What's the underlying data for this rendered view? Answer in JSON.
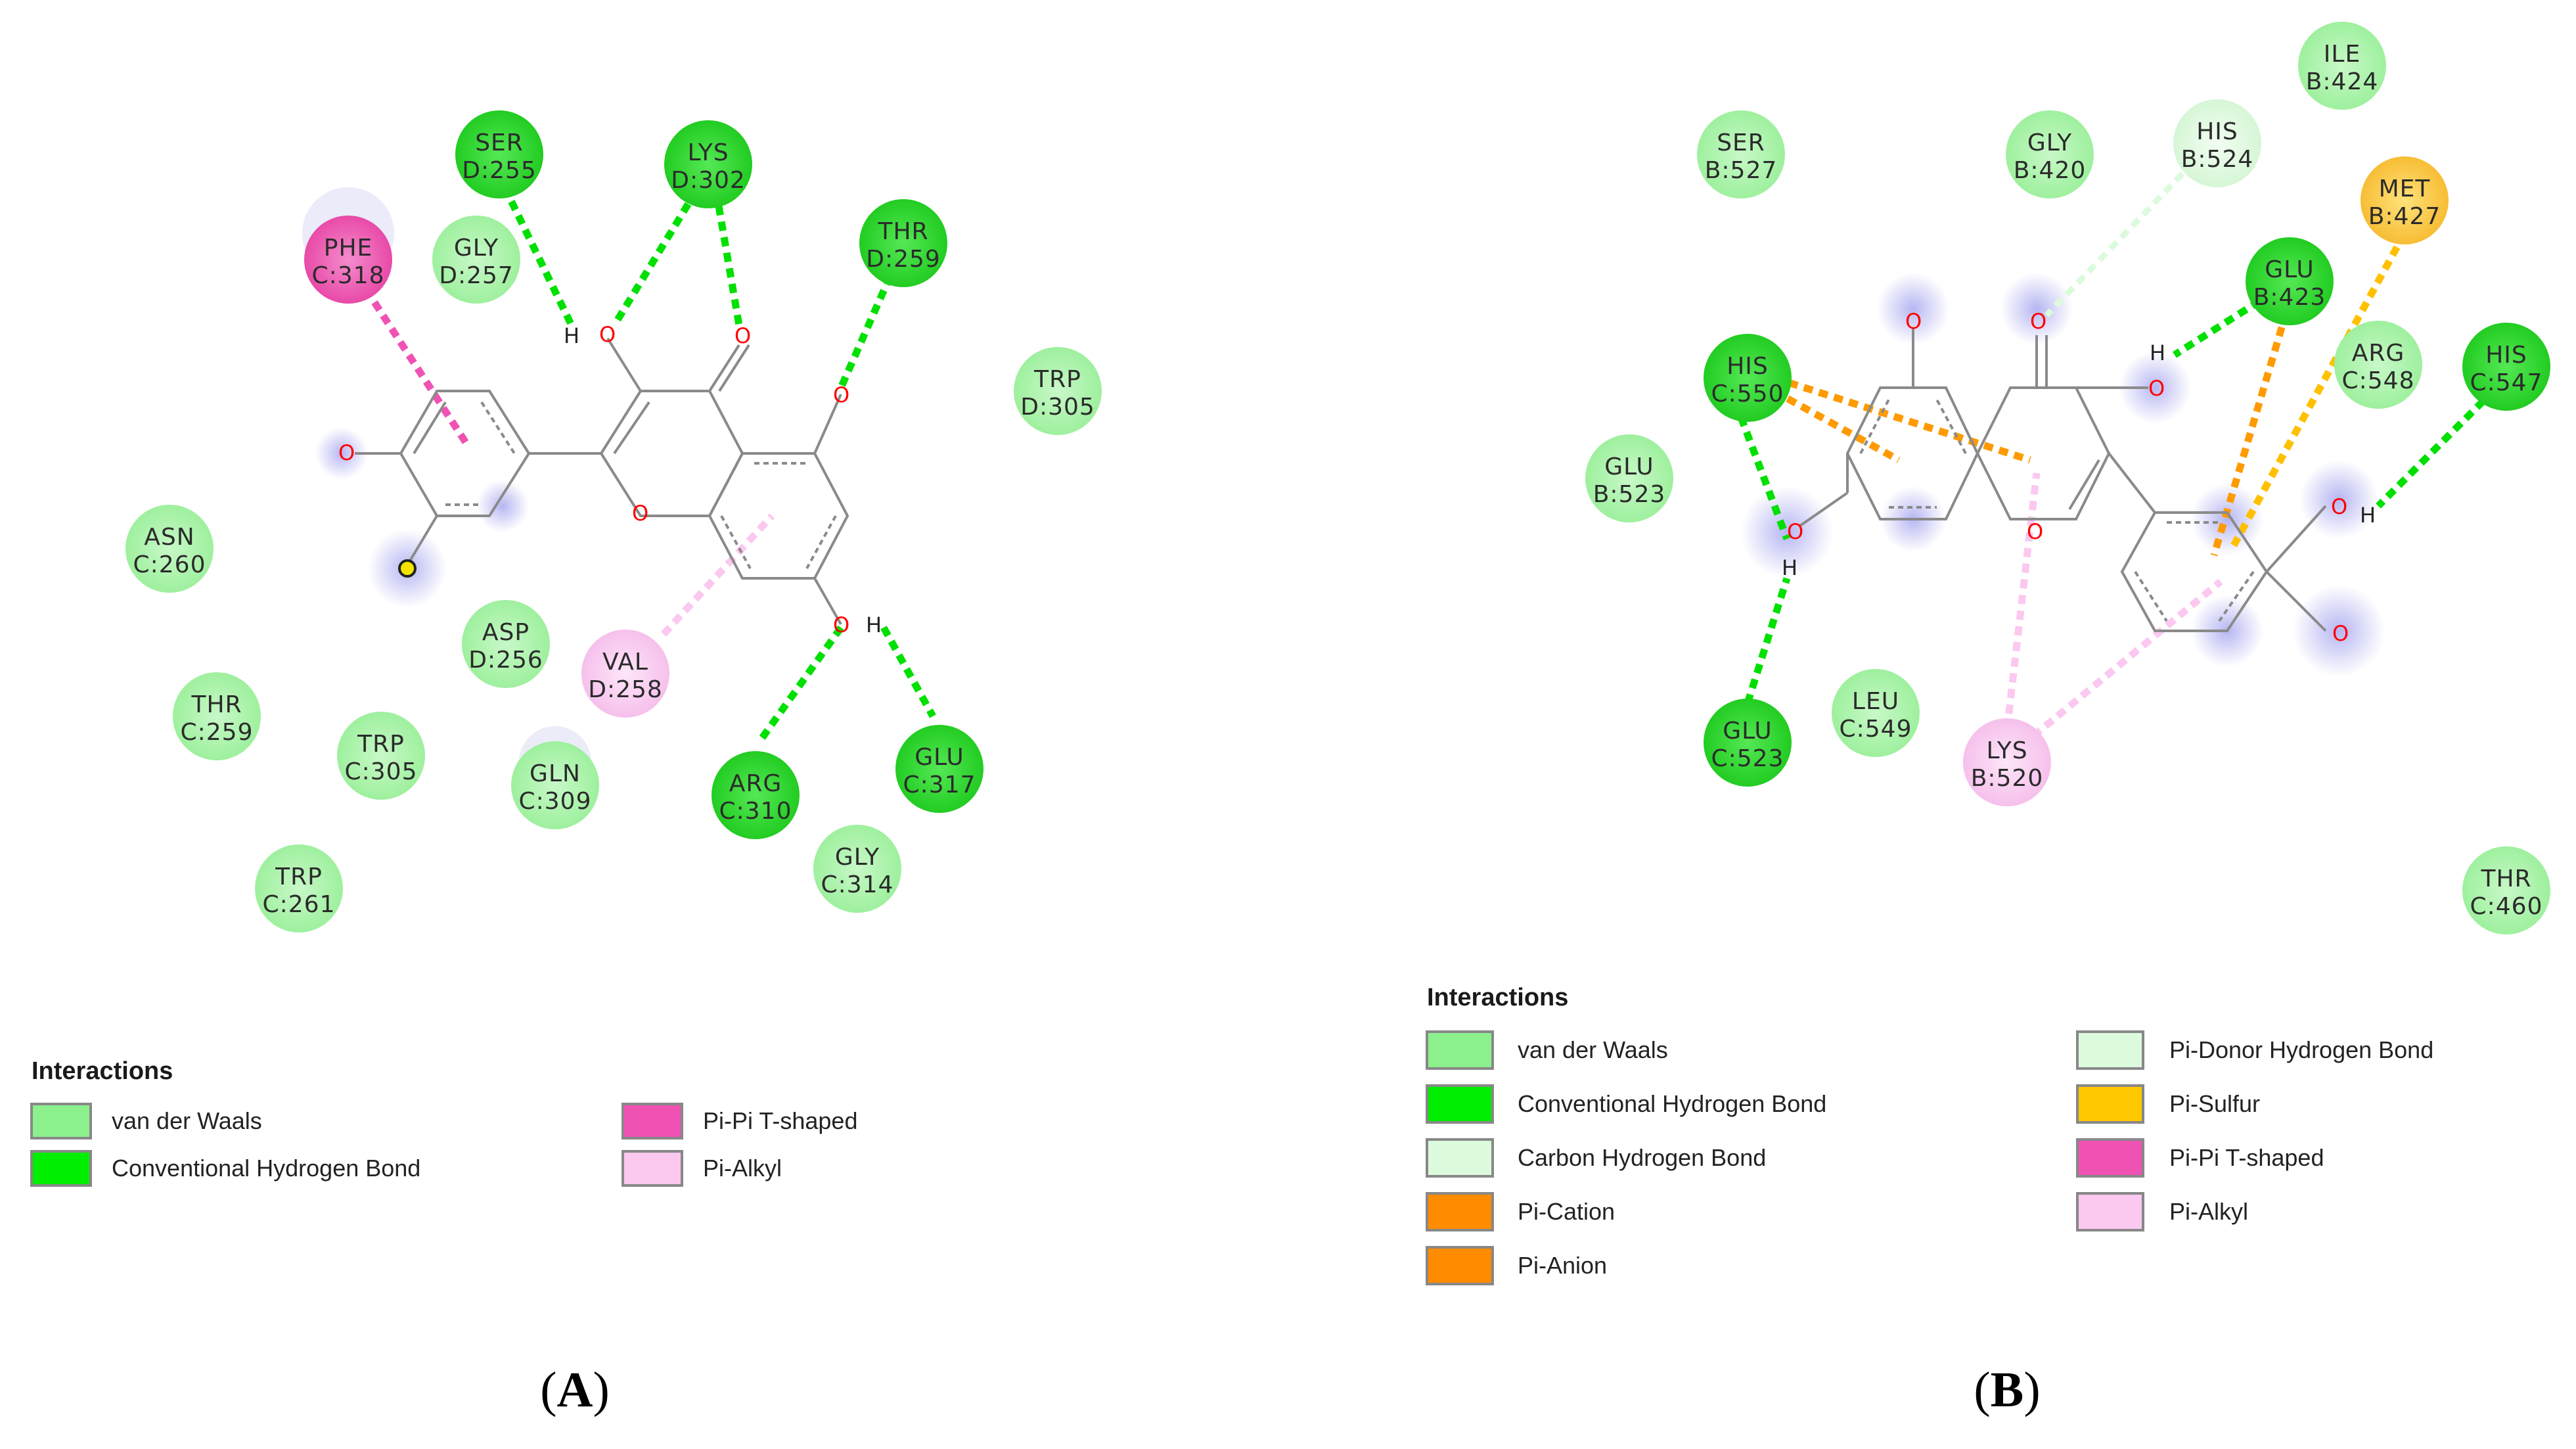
{
  "panels": [
    {
      "label": "A",
      "legend_title": "Interactions",
      "legend": [
        {
          "text": "van der Waals",
          "color": "#8cf08c"
        },
        {
          "text": "Conventional Hydrogen Bond",
          "color": "#00ee00"
        },
        {
          "text": "Pi-Pi T-shaped",
          "color": "#f052b4"
        },
        {
          "text": "Pi-Alkyl",
          "color": "#fbc8f0"
        }
      ],
      "residues": [
        {
          "line1": "SER",
          "line2": "D:255",
          "type": "hbond"
        },
        {
          "line1": "LYS",
          "line2": "D:302",
          "type": "hbond"
        },
        {
          "line1": "THR",
          "line2": "D:259",
          "type": "hbond"
        },
        {
          "line1": "PHE",
          "line2": "C:318",
          "type": "pipi"
        },
        {
          "line1": "GLY",
          "line2": "D:257",
          "type": "vdw"
        },
        {
          "line1": "TRP",
          "line2": "D:305",
          "type": "vdw"
        },
        {
          "line1": "ASN",
          "line2": "C:260",
          "type": "vdw"
        },
        {
          "line1": "ASP",
          "line2": "D:256",
          "type": "vdw"
        },
        {
          "line1": "VAL",
          "line2": "D:258",
          "type": "pialkyl"
        },
        {
          "line1": "THR",
          "line2": "C:259",
          "type": "vdw"
        },
        {
          "line1": "TRP",
          "line2": "C:305",
          "type": "vdw"
        },
        {
          "line1": "GLN",
          "line2": "C:309",
          "type": "vdw"
        },
        {
          "line1": "ARG",
          "line2": "C:310",
          "type": "hbond"
        },
        {
          "line1": "GLU",
          "line2": "C:317",
          "type": "hbond"
        },
        {
          "line1": "GLY",
          "line2": "C:314",
          "type": "vdw"
        },
        {
          "line1": "TRP",
          "line2": "C:261",
          "type": "vdw"
        }
      ]
    },
    {
      "label": "B",
      "legend_title": "Interactions",
      "legend": [
        {
          "text": "van der Waals",
          "color": "#8cf08c"
        },
        {
          "text": "Conventional Hydrogen Bond",
          "color": "#00ee00"
        },
        {
          "text": "Carbon Hydrogen Bond",
          "color": "#dcfadc"
        },
        {
          "text": "Pi-Cation",
          "color": "#ff8c00"
        },
        {
          "text": "Pi-Anion",
          "color": "#ff8c00"
        },
        {
          "text": "Pi-Donor Hydrogen Bond",
          "color": "#dcfadc"
        },
        {
          "text": "Pi-Sulfur",
          "color": "#ffc800"
        },
        {
          "text": "Pi-Pi T-shaped",
          "color": "#f052b4"
        },
        {
          "text": "Pi-Alkyl",
          "color": "#fbc8f0"
        }
      ],
      "residues": [
        {
          "line1": "ILE",
          "line2": "B:424",
          "type": "vdw"
        },
        {
          "line1": "SER",
          "line2": "B:527",
          "type": "vdw"
        },
        {
          "line1": "GLY",
          "line2": "B:420",
          "type": "vdw"
        },
        {
          "line1": "HIS",
          "line2": "B:524",
          "type": "chbond"
        },
        {
          "line1": "MET",
          "line2": "B:427",
          "type": "pisulfur"
        },
        {
          "line1": "GLU",
          "line2": "B:423",
          "type": "hbond"
        },
        {
          "line1": "HIS",
          "line2": "C:550",
          "type": "hbond"
        },
        {
          "line1": "ARG",
          "line2": "C:548",
          "type": "vdw"
        },
        {
          "line1": "HIS",
          "line2": "C:547",
          "type": "hbond"
        },
        {
          "line1": "GLU",
          "line2": "B:523",
          "type": "vdw"
        },
        {
          "line1": "LEU",
          "line2": "C:549",
          "type": "vdw"
        },
        {
          "line1": "GLU",
          "line2": "C:523",
          "type": "hbond"
        },
        {
          "line1": "LYS",
          "line2": "B:520",
          "type": "pialkyl"
        },
        {
          "line1": "THR",
          "line2": "C:460",
          "type": "vdw"
        }
      ]
    }
  ],
  "atom_labels": {
    "oxygen": "O",
    "hydrogen": "H"
  },
  "colors": {
    "vdw": "#8cf08c",
    "hbond": "#22dd22",
    "chbond": "#dcfadc",
    "pipi": "#f052b4",
    "pialkyl": "#fbc8f0",
    "pisulfur": "#ffc800",
    "pication": "#ff8c00",
    "oxygen": "#ff0000",
    "bond": "#8a8a8a"
  }
}
